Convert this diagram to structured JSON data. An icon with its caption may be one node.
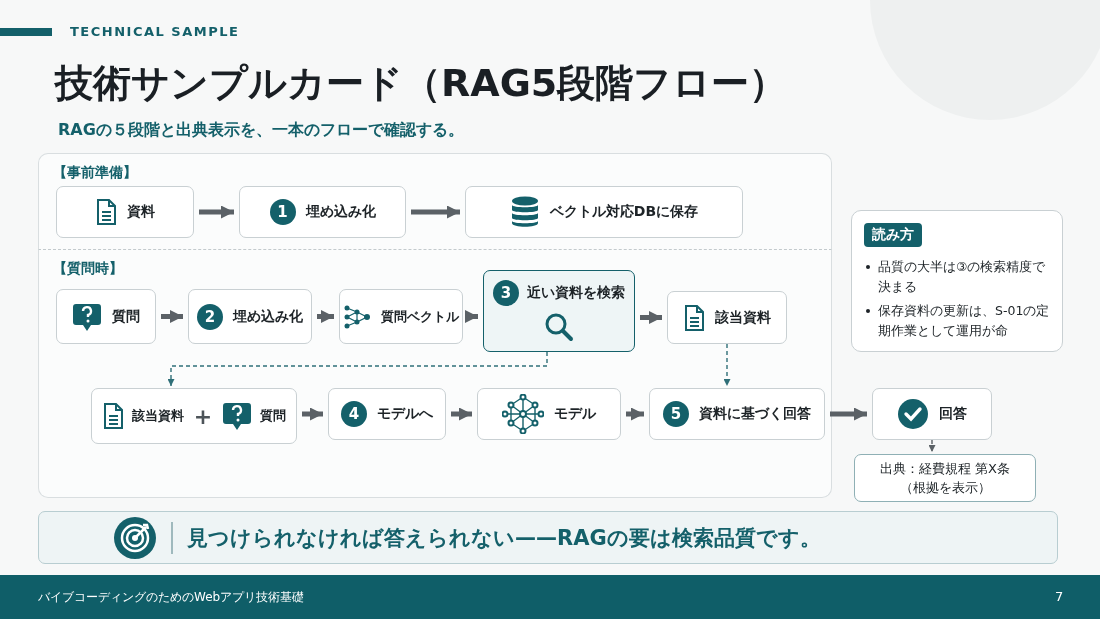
{
  "diagram": {
    "title": "技術サンプルカード（RAG5段階フロー）",
    "nodes": [
      {
        "text": [
          "【事前準備】"
        ]
      },
      {
        "text": [
          "資料"
        ],
        "in": 0
      },
      {
        "text": [
          "1",
          "埋め込み化"
        ],
        "in": 0
      },
      {
        "text": [
          "ベクトル対応DBに保存"
        ],
        "in": 0
      },
      {
        "text": [
          "【質問時】"
        ]
      },
      {
        "text": [
          "質問"
        ],
        "in": 4
      },
      {
        "text": [
          "2",
          "埋め込み化"
        ],
        "in": 4
      },
      {
        "text": [
          "質問ベクトル"
        ],
        "in": 4
      },
      {
        "text": [
          "3",
          "近い資料を検索"
        ],
        "in": 4
      },
      {
        "text": [
          "該当資料"
        ],
        "in": 4
      },
      {
        "text": [
          "該当資料",
          "+",
          "質問"
        ],
        "in": 4
      },
      {
        "text": [
          "4",
          "モデルへ"
        ],
        "in": 4
      },
      {
        "text": [
          "モデル"
        ],
        "in": 4
      },
      {
        "text": [
          "5",
          "資料に基づく回答"
        ],
        "in": 4
      },
      {
        "text": [
          "回答"
        ]
      },
      {
        "text": [
          "出典：経費規程 第X条（根拠を表示）"
        ]
      },
      {
        "text": [
          "読み方",
          "品質の大半は③の検索精度で決まる",
          "保存資料の更新は、S-01の定期作業として運用が命"
        ]
      },
      {
        "text": [
          "見つけられなければ答えられない——RAGの要は検索品質です。"
        ]
      }
    ],
    "edges": [
      {
        "from": 1,
        "to": 2,
        "arrow": "to"
      },
      {
        "from": 2,
        "to": 3,
        "arrow": "to"
      },
      {
        "from": 5,
        "to": 6,
        "arrow": "to"
      },
      {
        "from": 6,
        "to": 7,
        "arrow": "to"
      },
      {
        "from": 7,
        "to": 8,
        "arrow": "to"
      },
      {
        "from": 8,
        "to": 9,
        "arrow": "to"
      },
      {
        "from": 8,
        "to": 10,
        "arrow": "to",
        "style": "dashed",
        "color": "#2f6f78"
      },
      {
        "from": 9,
        "to": 13,
        "arrow": "to",
        "style": "dashed",
        "color": "#2f6f78"
      },
      {
        "from": 10,
        "to": 11,
        "arrow": "to"
      },
      {
        "from": 11,
        "to": 12,
        "arrow": "to"
      },
      {
        "from": 12,
        "to": 13,
        "arrow": "to"
      },
      {
        "from": 13,
        "to": 14,
        "arrow": "to"
      },
      {
        "from": 14,
        "to": 15,
        "arrow": "to",
        "style": "dashed"
      }
    ],
    "labels": [
      "TECHNICAL SAMPLE",
      "RAGの５段階と出典表示を、一本のフローで確認する。",
      "バイブコーディングのためのWebアプリ技術基礎",
      "7"
    ]
  }
}
